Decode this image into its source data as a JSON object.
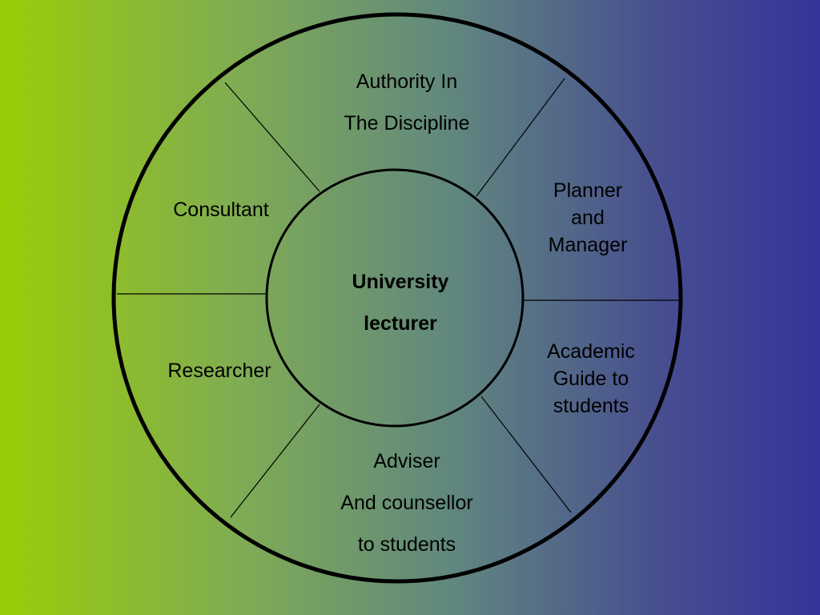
{
  "colors": {
    "gradient_left": "#9acd07",
    "gradient_right": "#34349a",
    "stroke": "#000000"
  },
  "center": {
    "lines": [
      "University",
      "lecturer"
    ]
  },
  "roles": {
    "authority": {
      "lines": [
        "Authority In",
        "The Discipline"
      ]
    },
    "planner": {
      "lines": [
        "Planner",
        "and",
        "Manager"
      ]
    },
    "academic_guide": {
      "lines": [
        "Academic",
        "Guide to",
        "students"
      ]
    },
    "adviser": {
      "lines": [
        "Adviser",
        "And counsellor",
        "to students"
      ]
    },
    "researcher": {
      "lines": [
        "Researcher"
      ]
    },
    "consultant": {
      "lines": [
        "Consultant"
      ]
    }
  }
}
